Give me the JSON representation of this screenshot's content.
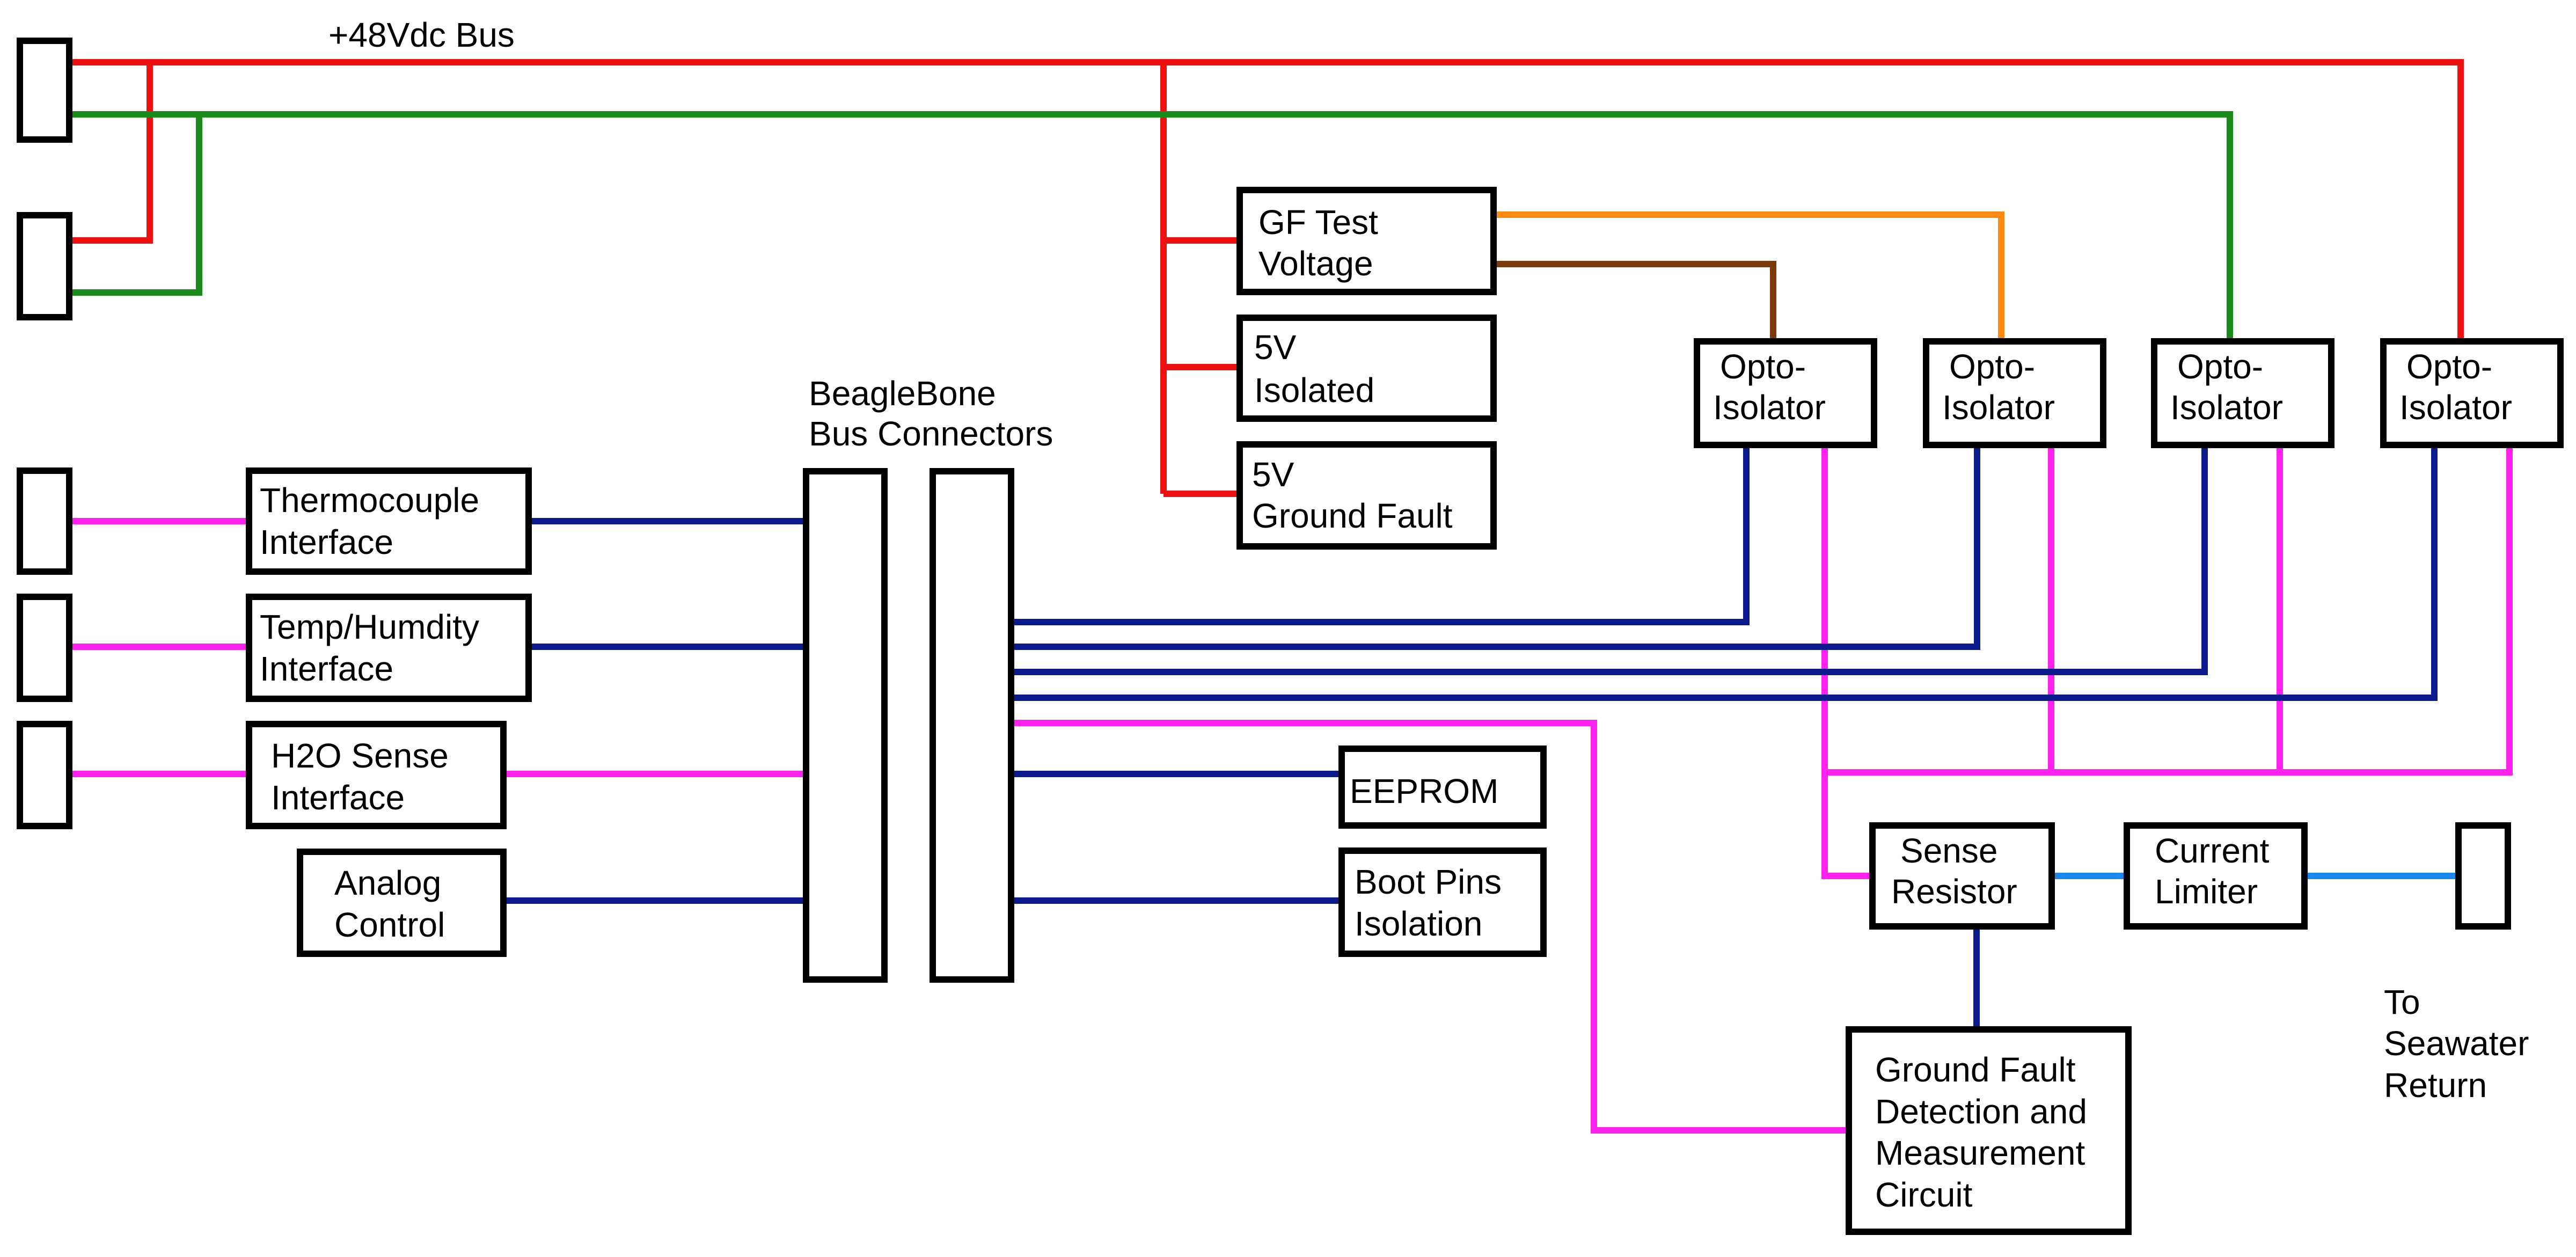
{
  "labels": {
    "bus_label": "+48Vdc Bus",
    "beaglebone_line1": "BeagleBone",
    "beaglebone_line2": "Bus Connectors",
    "gf_test_line1": "GF Test",
    "gf_test_line2": "Voltage",
    "iso5v_line1": "5V",
    "iso5v_line2": "Isolated",
    "gf5v_line1": "5V",
    "gf5v_line2": "Ground Fault",
    "opto_line1": "Opto-",
    "opto_line2": "Isolator",
    "thermo_line1": "Thermocouple",
    "thermo_line2": "Interface",
    "temp_line1": "Temp/Humdity",
    "temp_line2": "Interface",
    "h2o_line1": "H2O Sense",
    "h2o_line2": "Interface",
    "analog_line1": "Analog",
    "analog_line2": "Control",
    "eeprom": "EEPROM",
    "boot_line1": "Boot Pins",
    "boot_line2": "Isolation",
    "sense_line1": "Sense",
    "sense_line2": "Resistor",
    "limiter_line1": "Current",
    "limiter_line2": "Limiter",
    "gfd_line1": "Ground Fault",
    "gfd_line2": "Detection and",
    "gfd_line3": "Measurement",
    "gfd_line4": "Circuit",
    "seawater_line1": "To",
    "seawater_line2": "Seawater",
    "seawater_line3": "Return"
  },
  "colors": {
    "power_positive": "#ee1111",
    "power_return": "#1a8a1a",
    "analog_signal": "#ff22ee",
    "digital_bus": "#0a1a8c",
    "gf_test_orange": "#ff8a10",
    "gf_test_brown": "#7a3a0a",
    "sense_path": "#1a88ee"
  }
}
